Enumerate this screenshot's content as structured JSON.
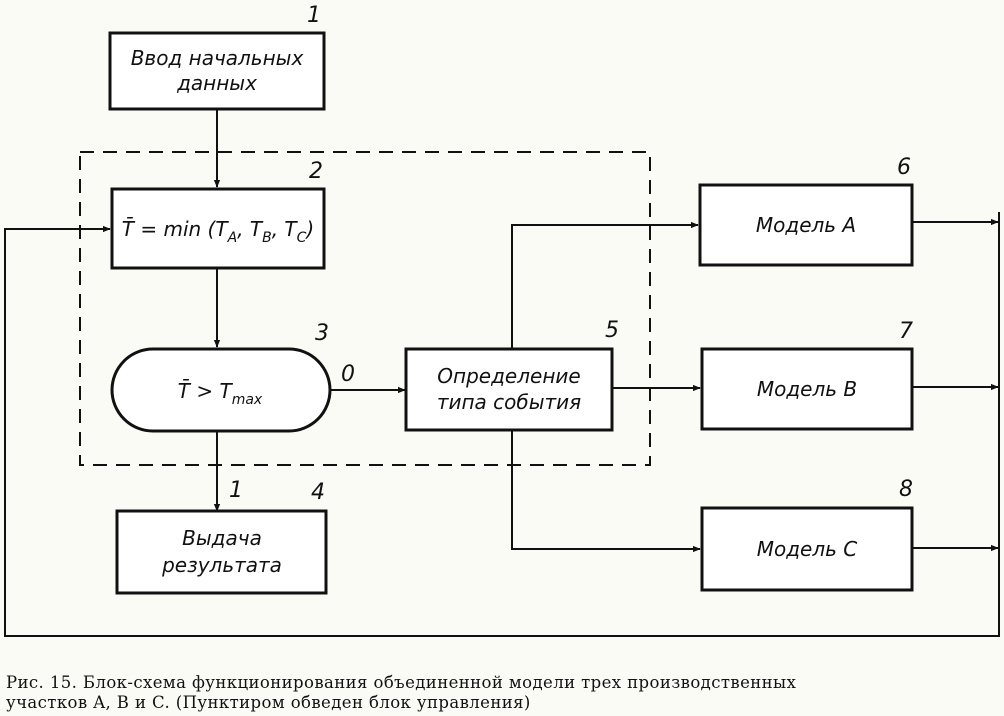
{
  "blocks": {
    "b1": {
      "number": "1",
      "line1": "Ввод начальных",
      "line2": "данных"
    },
    "b2": {
      "number": "2",
      "prefix": "T̄ = min (T",
      "sa": "A",
      "mid1": ", T",
      "sb": "B",
      "mid2": ", T",
      "sc": "C",
      "suffix": ")"
    },
    "b3": {
      "number": "3",
      "prefix": "T̄ > T",
      "sub": "max"
    },
    "b4": {
      "number": "4",
      "line1": "Выдача",
      "line2": "результата"
    },
    "b5": {
      "number": "5",
      "line1": "Определение",
      "line2": "типа события"
    },
    "b6": {
      "number": "6",
      "label": "Модель A"
    },
    "b7": {
      "number": "7",
      "label": "Модель B"
    },
    "b8": {
      "number": "8",
      "label": "Модель C"
    }
  },
  "branches": {
    "zero": "0",
    "one": "1"
  },
  "caption": {
    "line1": "Рис. 15. Блок-схема функционирования объединенной модели трех производственных",
    "line2": "участков A, B и C. (Пунктиром обведен блок управления)"
  }
}
